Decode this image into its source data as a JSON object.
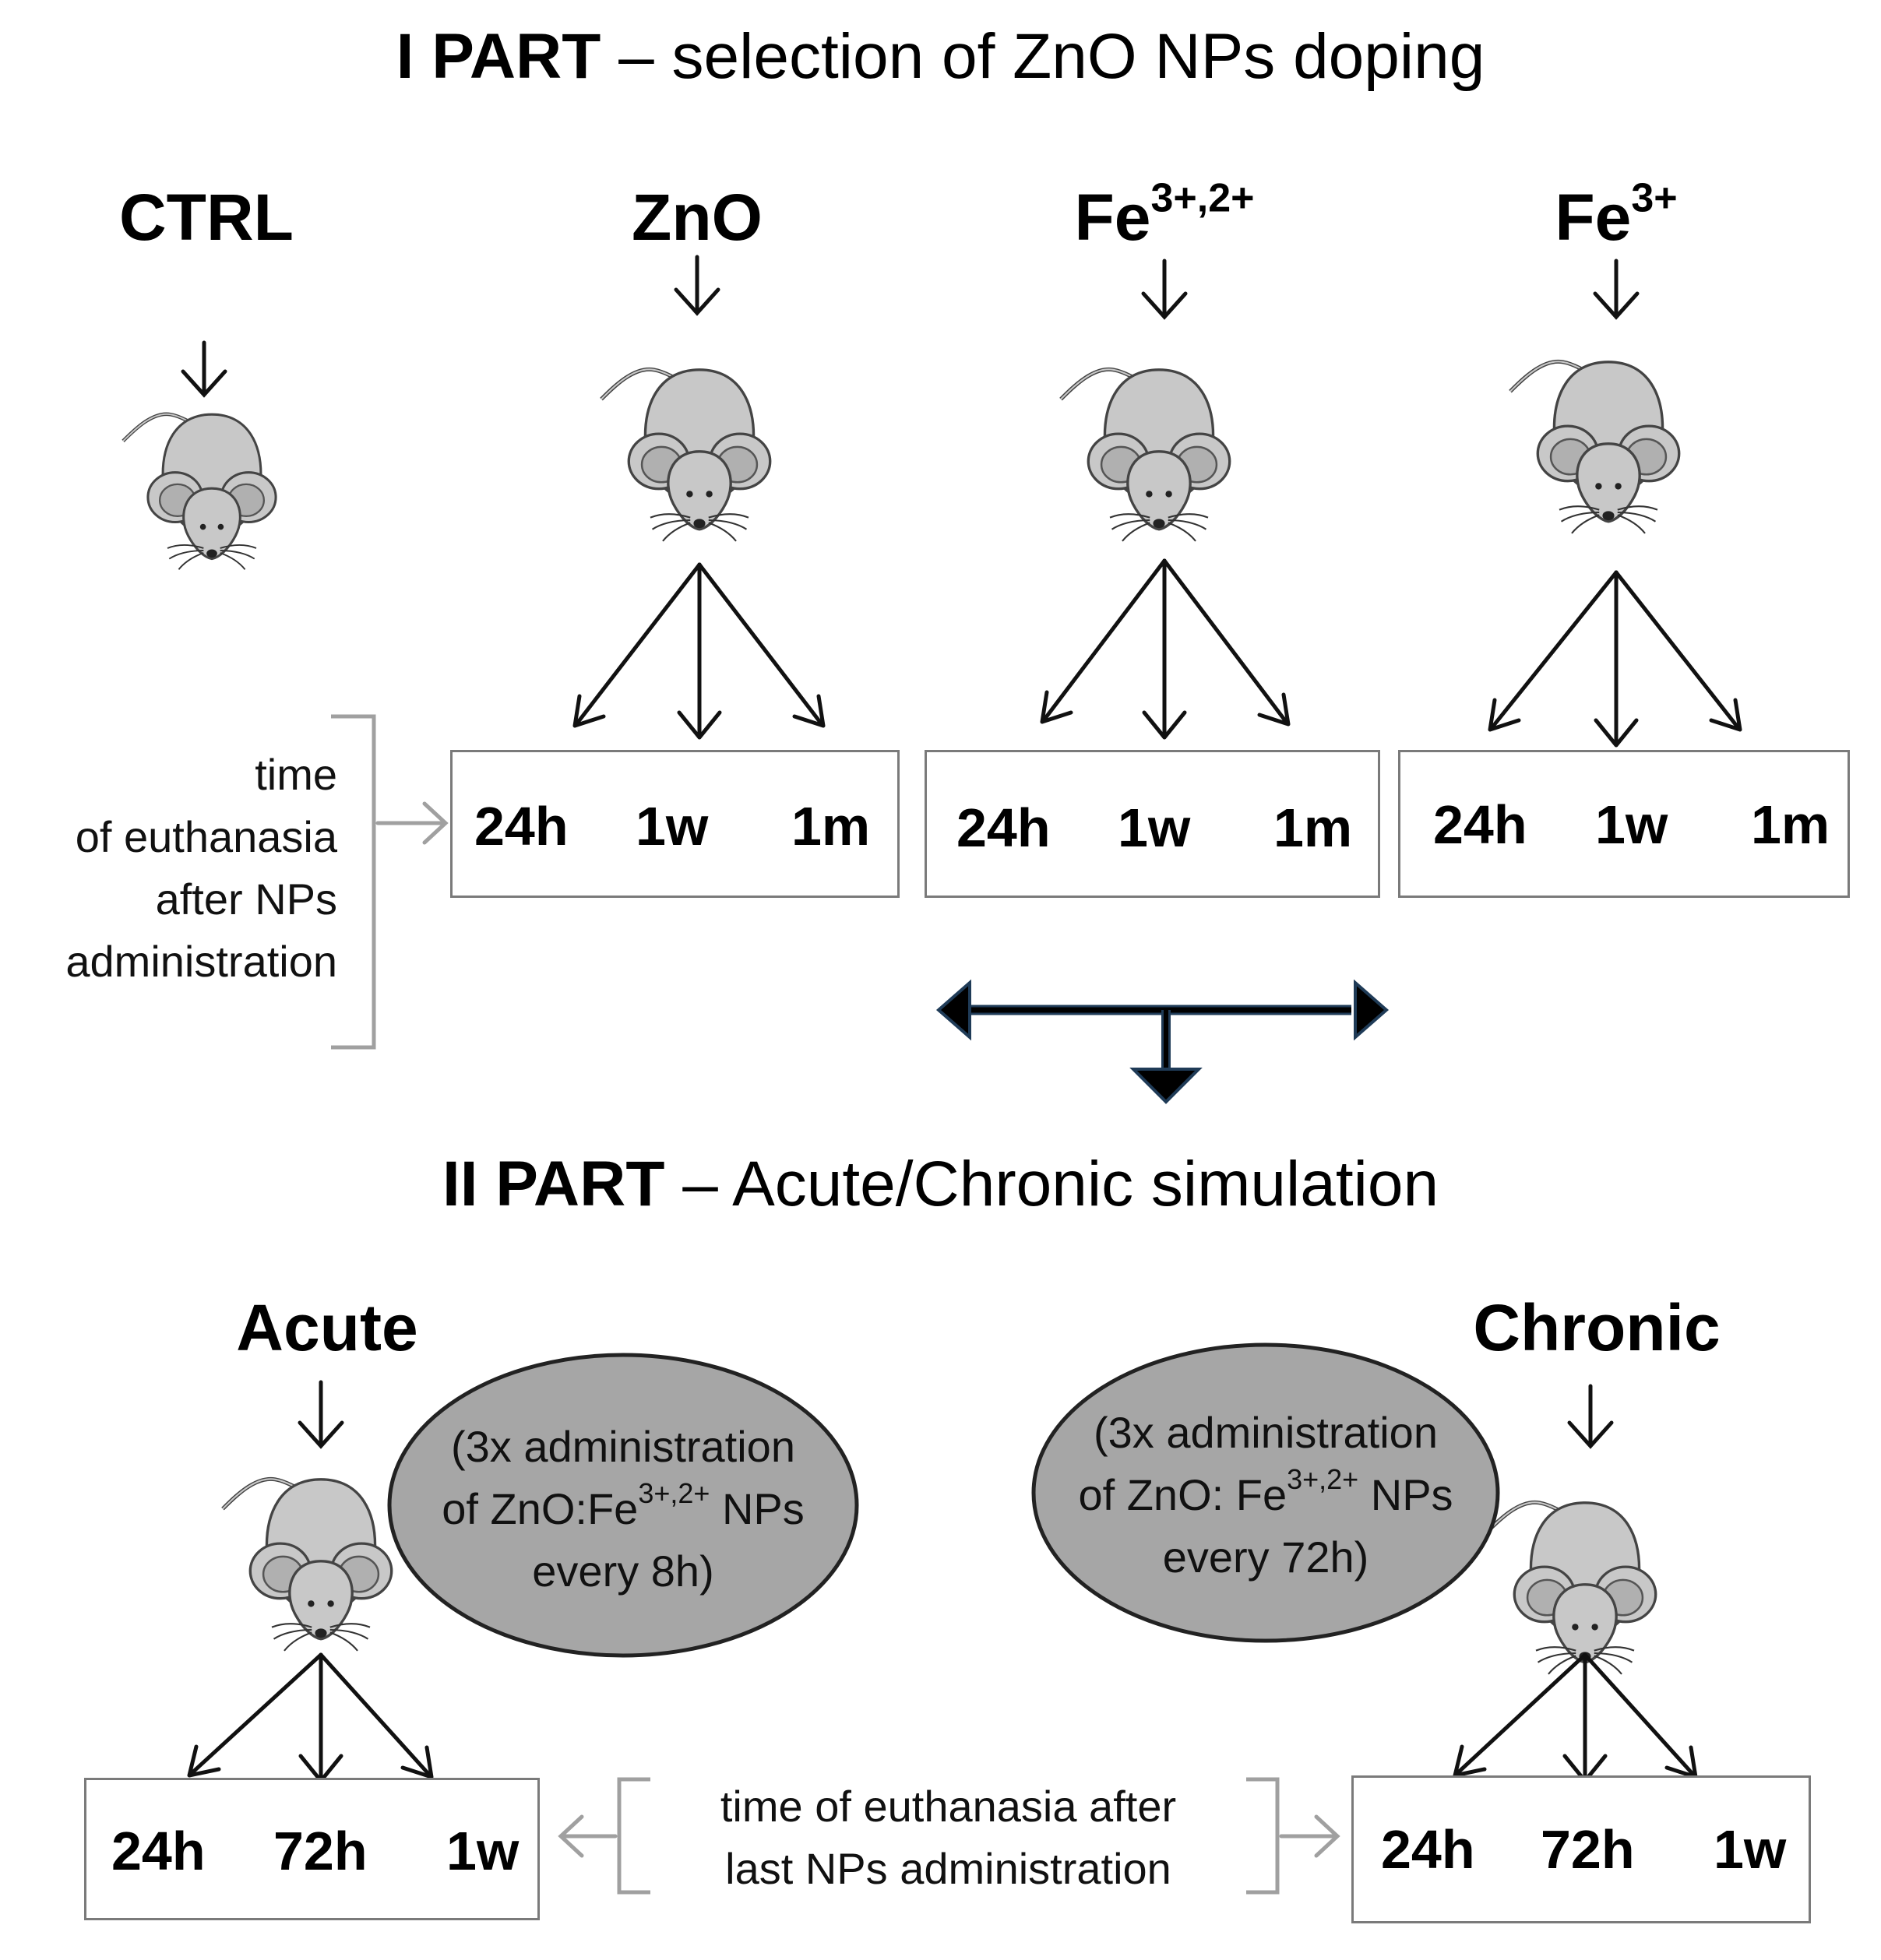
{
  "part1": {
    "title_bold": "I PART",
    "title_rest": " – selection of ZnO NPs doping",
    "groups": [
      {
        "label": "CTRL",
        "sup": ""
      },
      {
        "label": "ZnO",
        "sup": ""
      },
      {
        "label": "Fe",
        "sup": "3+,2+"
      },
      {
        "label": "Fe",
        "sup": "3+"
      }
    ],
    "timepoints": [
      "24h",
      "1w",
      "1m"
    ],
    "note_lines": [
      "time",
      "of euthanasia",
      "after NPs",
      "administration"
    ]
  },
  "part2": {
    "title_bold": "II PART",
    "title_rest": " – Acute/Chronic simulation",
    "acute": {
      "label": "Acute",
      "line1": "(3x administration",
      "line2_pre": "of ZnO:Fe",
      "line2_sup": "3+,2+",
      "line2_post": " NPs",
      "line3": "every 8h)",
      "timepoints": [
        "24h",
        "72h",
        "1w"
      ]
    },
    "chronic": {
      "label": "Chronic",
      "line1": "(3x administration",
      "line2_pre": "of ZnO: Fe",
      "line2_sup": "3+,2+",
      "line2_post": " NPs",
      "line3": "every 72h)",
      "timepoints": [
        "24h",
        "72h",
        "1w"
      ]
    },
    "note_lines": [
      "time of euthanasia after",
      "last NPs administration"
    ]
  },
  "colors": {
    "mouse_body": "#c8c8c8",
    "ellipse": "#a6a6a6",
    "bracket": "#a0a0a0",
    "double_arrow_outline": "#1f3b57"
  }
}
